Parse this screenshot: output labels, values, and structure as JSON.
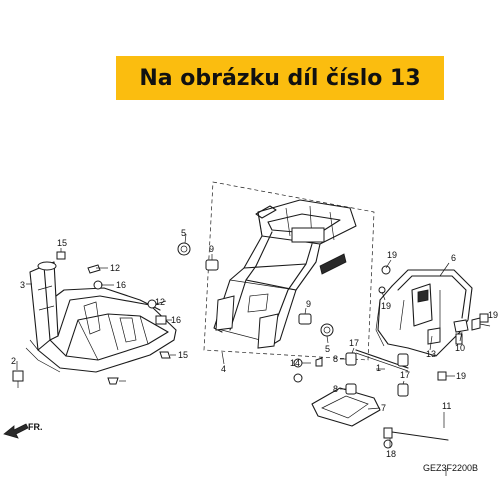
{
  "banner": {
    "text": "Na obrázku díl číslo 13",
    "color": "#fbbd0f"
  },
  "diagram_code": "GEZ3F2200B",
  "direction_label": "FR.",
  "callouts": {
    "c15a": "15",
    "c12a": "12",
    "c16a": "16",
    "c3": "3",
    "c2": "2",
    "c12b": "12",
    "c16b": "16",
    "c15b": "15",
    "c5a": "5",
    "c9a": "9",
    "c4": "4",
    "c9b": "9",
    "c5b": "5",
    "c14": "14",
    "c8a": "8",
    "c17a": "17",
    "c1": "1",
    "c17b": "17",
    "c8b": "8",
    "c7": "7",
    "c19a": "19",
    "c6": "6",
    "c19b": "19",
    "c13": "13",
    "c10": "10",
    "c19c": "19",
    "c19d": "19",
    "c11": "11",
    "c18": "18"
  }
}
